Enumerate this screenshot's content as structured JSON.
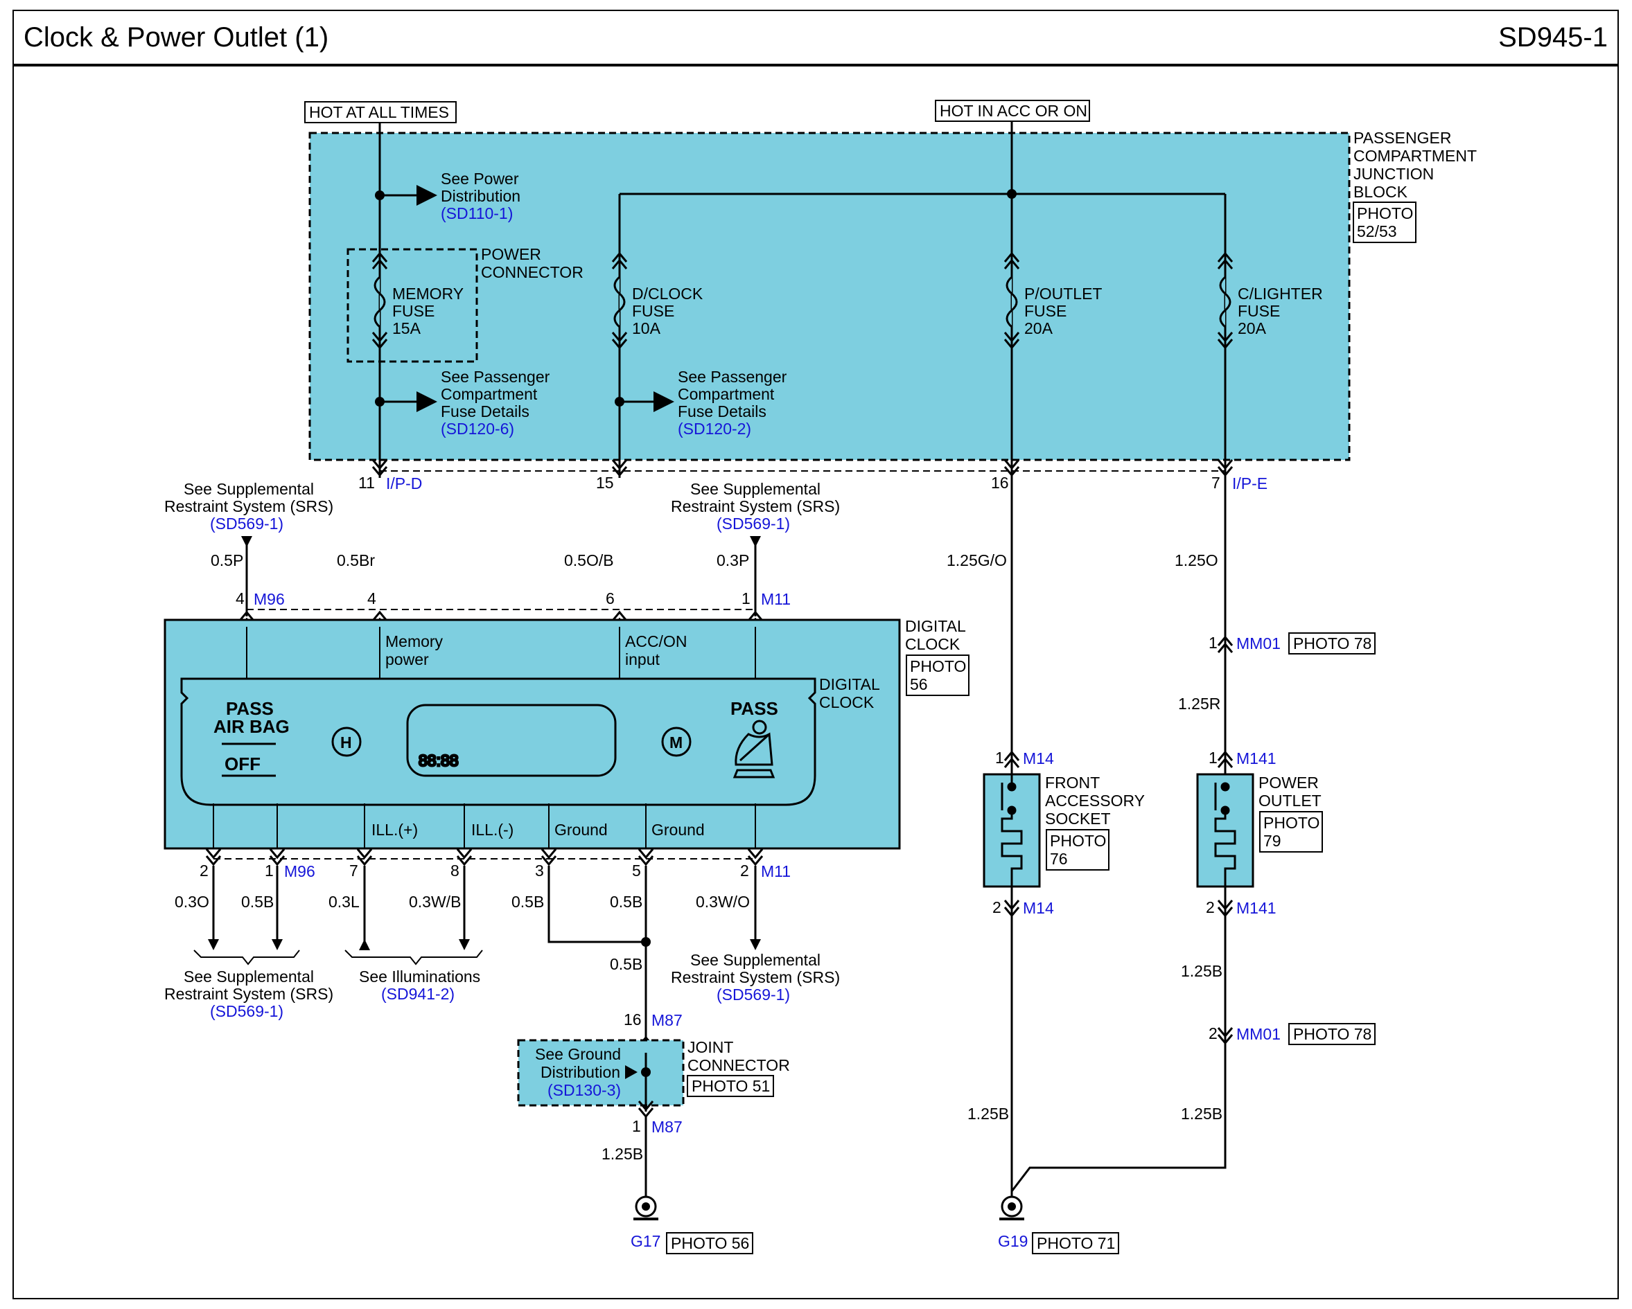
{
  "header": {
    "title": "Clock & Power Outlet (1)",
    "code": "SD945-1"
  },
  "colors": {
    "fill": "#7ecfe0",
    "wire": "#000000",
    "ref": "#1515d8"
  },
  "supply": {
    "hot_all": "HOT AT ALL TIMES",
    "hot_acc": "HOT IN ACC OR ON"
  },
  "junction": {
    "l1": "PASSENGER",
    "l2": "COMPARTMENT",
    "l3": "JUNCTION",
    "l4": "BLOCK",
    "photo1": "PHOTO",
    "photo2": "52/53"
  },
  "power_dist": {
    "l1": "See Power",
    "l2": "Distribution",
    "ref": "(SD110-1)"
  },
  "power_conn": {
    "l1": "POWER",
    "l2": "CONNECTOR"
  },
  "fuses": {
    "memory": {
      "l1": "MEMORY",
      "l2": "FUSE",
      "l3": "15A"
    },
    "dclock": {
      "l1": "D/CLOCK",
      "l2": "FUSE",
      "l3": "10A"
    },
    "poutlet": {
      "l1": "P/OUTLET",
      "l2": "FUSE",
      "l3": "20A"
    },
    "clighter": {
      "l1": "C/LIGHTER",
      "l2": "FUSE",
      "l3": "20A"
    }
  },
  "fuse_details_a": {
    "l1": "See Passenger",
    "l2": "Compartment",
    "l3": "Fuse Details",
    "ref": "(SD120-6)"
  },
  "fuse_details_b": {
    "l1": "See Passenger",
    "l2": "Compartment",
    "l3": "Fuse Details",
    "ref": "(SD120-2)"
  },
  "jb_pins": {
    "p11": "11",
    "ipd": "I/P-D",
    "p15": "15",
    "p16": "16",
    "p7": "7",
    "ipe": "I/P-E"
  },
  "srs_top_left": {
    "l1": "See Supplemental",
    "l2": "Restraint System (SRS)",
    "ref": "(SD569-1)"
  },
  "srs_top_right": {
    "l1": "See Supplemental",
    "l2": "Restraint System (SRS)",
    "ref": "(SD569-1)"
  },
  "wires": {
    "w05p": "0.5P",
    "w05br": "0.5Br",
    "w05ob": "0.5O/B",
    "w03p": "0.3P",
    "w125go": "1.25G/O",
    "w125o": "1.25O",
    "w125r": "1.25R",
    "w125b_mm01": "1.25B",
    "w125b_mm01b": "1.25B",
    "w125b_m14": "1.25B",
    "w03o": "0.3O",
    "w05b_1": "0.5B",
    "w03l": "0.3L",
    "w03wb": "0.3W/B",
    "w05b_3": "0.5B",
    "w05b_5": "0.5B",
    "w03wo": "0.3W/O",
    "w05b_j": "0.5B",
    "w125b_g17": "1.25B"
  },
  "clock_top_pins": {
    "p4a": "4",
    "m96": "M96",
    "p4b": "4",
    "p6": "6",
    "p1": "1",
    "m11": "M11"
  },
  "digital_clock": {
    "l1": "DIGITAL",
    "l2": "CLOCK",
    "photo1": "PHOTO",
    "photo2": "56",
    "inner1": "DIGITAL",
    "inner2": "CLOCK"
  },
  "clock_inputs": {
    "mem1": "Memory",
    "mem2": "power",
    "acc1": "ACC/ON",
    "acc2": "input"
  },
  "clock_face": {
    "pass1": "PASS",
    "airbag": "AIR BAG",
    "off": "OFF",
    "h": "H",
    "time": "88:88",
    "m": "M",
    "pass2": "PASS"
  },
  "clock_bottom": {
    "ill_p": "ILL.(+)",
    "ill_m": "ILL.(-)",
    "gnd1": "Ground",
    "gnd2": "Ground"
  },
  "clock_bottom_pins": {
    "p2": "2",
    "p1": "1",
    "m96": "M96",
    "p7": "7",
    "p8": "8",
    "p3": "3",
    "p5": "5",
    "p2b": "2",
    "m11": "M11"
  },
  "srs_bottom_left": {
    "l1": "See Supplemental",
    "l2": "Restraint System (SRS)",
    "ref": "(SD569-1)"
  },
  "illum": {
    "l1": "See Illuminations",
    "ref": "(SD941-2)"
  },
  "srs_bottom_right": {
    "l1": "See Supplemental",
    "l2": "Restraint System (SRS)",
    "ref": "(SD569-1)"
  },
  "joint": {
    "p16": "16",
    "m87": "M87",
    "l1": "JOINT",
    "l2": "CONNECTOR",
    "photo": "PHOTO 51",
    "p1": "1",
    "m87b": "M87"
  },
  "ground_dist": {
    "l1": "See Ground",
    "l2": "Distribution",
    "ref": "(SD130-3)"
  },
  "g17": {
    "name": "G17",
    "photo": "PHOTO 56"
  },
  "g19": {
    "name": "G19",
    "photo": "PHOTO 71"
  },
  "mm01": {
    "p1": "1",
    "name": "MM01",
    "photo": "PHOTO 78",
    "p2": "2",
    "name2": "MM01",
    "photo2": "PHOTO 78"
  },
  "front_socket": {
    "p1": "1",
    "m14": "M14",
    "l1": "FRONT",
    "l2": "ACCESSORY",
    "l3": "SOCKET",
    "photo1": "PHOTO",
    "photo2": "76",
    "p2": "2",
    "m14b": "M14"
  },
  "power_outlet": {
    "p1": "1",
    "m141": "M141",
    "l1": "POWER",
    "l2": "OUTLET",
    "photo1": "PHOTO",
    "photo2": "79",
    "p2": "2",
    "m141b": "M141"
  }
}
